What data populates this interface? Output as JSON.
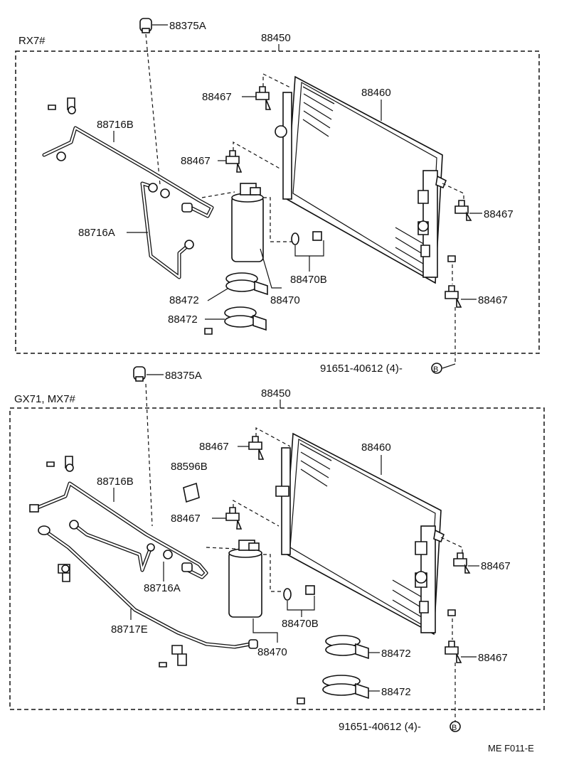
{
  "diagram": {
    "colors": {
      "ink": "#111111",
      "paper": "#ffffff"
    },
    "footer_code": "ME F011-E",
    "sections": [
      {
        "model_label": "RX7#",
        "labels": {
          "receiver_cap": "88375A",
          "condenser_assy": "88450",
          "condenser_core": "88460",
          "mount_top": "88467",
          "mount_mid": "88467",
          "mount_right_upper": "88467",
          "mount_right_lower": "88467",
          "discharge_hose": "88716B",
          "liquid_tube": "88716A",
          "receiver_bolts": "88470B",
          "receiver": "88470",
          "bracket_upper": "88472",
          "bracket_lower": "88472",
          "bolt_ref": "91651-40612 (4)-",
          "bolt_ref_mark": "B"
        }
      },
      {
        "model_label": "GX71, MX7#",
        "labels": {
          "receiver_cap": "88375A",
          "condenser_assy": "88450",
          "condenser_core": "88460",
          "mount_top": "88467",
          "seal": "88596B",
          "mount_mid": "88467",
          "mount_right_upper": "88467",
          "mount_right_lower": "88467",
          "discharge_hose": "88716B",
          "liquid_tube": "88716A",
          "tube_e": "88717E",
          "receiver_bolts": "88470B",
          "receiver": "88470",
          "bracket_upper": "88472",
          "bracket_lower": "88472",
          "bolt_ref": "91651-40612 (4)-",
          "bolt_ref_mark": "B"
        }
      }
    ]
  }
}
